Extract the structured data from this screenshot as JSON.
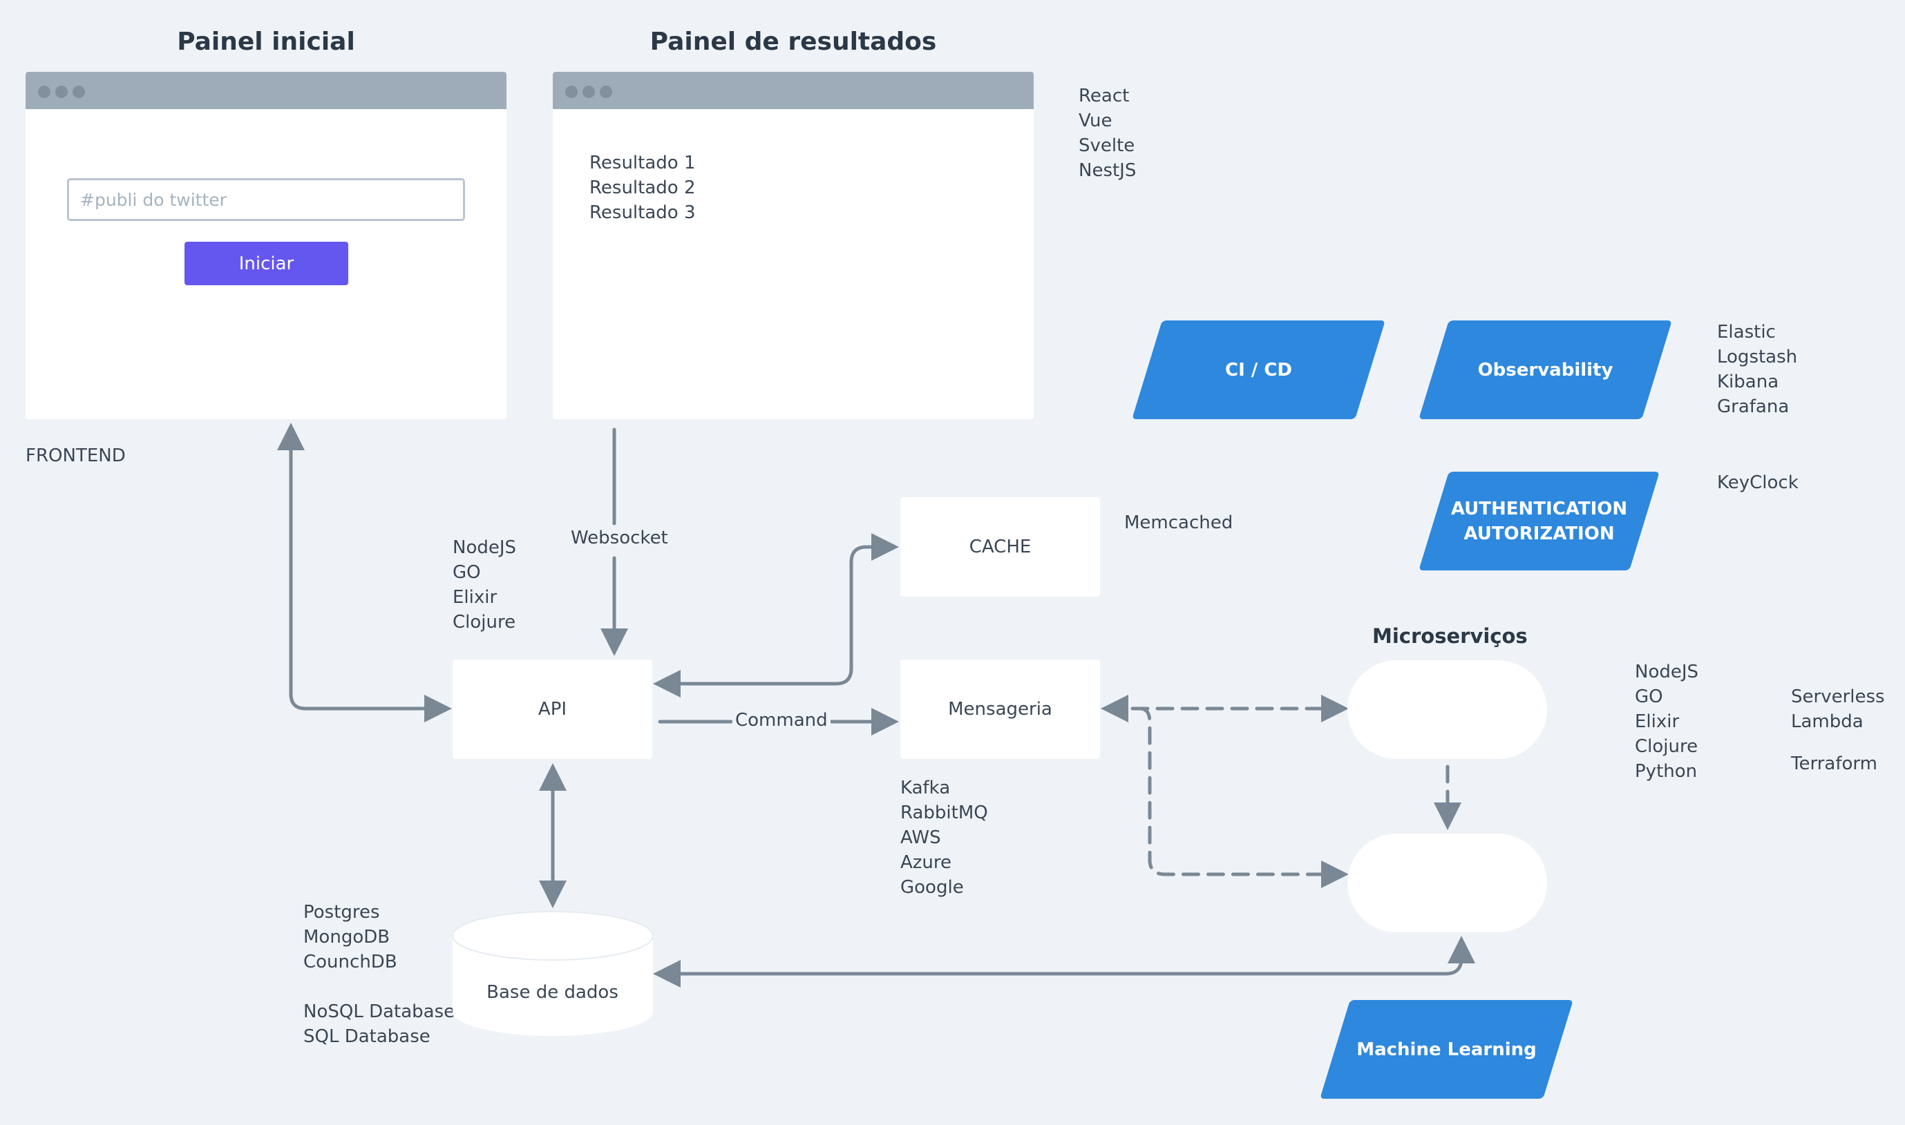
{
  "frontend": {
    "painel_inicial_title": "Painel inicial",
    "painel_resultados_title": "Painel de resultados",
    "search_placeholder": "#publi do twitter",
    "start_button": "Iniciar",
    "results": [
      "Resultado 1",
      "Resultado 2",
      "Resultado 3"
    ],
    "frameworks": [
      "React",
      "Vue",
      "Svelte",
      "NestJS"
    ],
    "section_label": "FRONTEND"
  },
  "api": {
    "label": "API",
    "languages": [
      "NodeJS",
      "GO",
      "Elixir",
      "Clojure"
    ]
  },
  "connectors": {
    "websocket": "Websocket",
    "command": "Command"
  },
  "cache": {
    "label": "CACHE",
    "tech": "Memcached"
  },
  "messaging": {
    "label": "Mensageria",
    "tech": [
      "Kafka",
      "RabbitMQ",
      "AWS",
      "Azure",
      "Google"
    ]
  },
  "database": {
    "label": "Base de dados",
    "tech": [
      "Postgres",
      "MongoDB",
      "CounchDB"
    ],
    "types": [
      "NoSQL Database",
      "SQL Database"
    ]
  },
  "infra": {
    "ci_cd": "CI / CD",
    "observability": "Observability",
    "observability_tech": [
      "Elastic",
      "Logstash",
      "Kibana",
      "Grafana"
    ],
    "auth_line1": "AUTHENTICATION",
    "auth_line2": "AUTORIZATION",
    "auth_tech": "KeyClock",
    "machine_learning": "Machine Learning"
  },
  "microservices": {
    "title": "Microserviços",
    "languages": [
      "NodeJS",
      "GO",
      "Elixir",
      "Clojure",
      "Python"
    ],
    "platform": [
      "Serverless",
      "Lambda"
    ],
    "iac": "Terraform"
  },
  "colors": {
    "background": "#eff3f7",
    "connector": "#7a8896",
    "accent_blue": "#2e88dd",
    "button": "#6457f0"
  }
}
